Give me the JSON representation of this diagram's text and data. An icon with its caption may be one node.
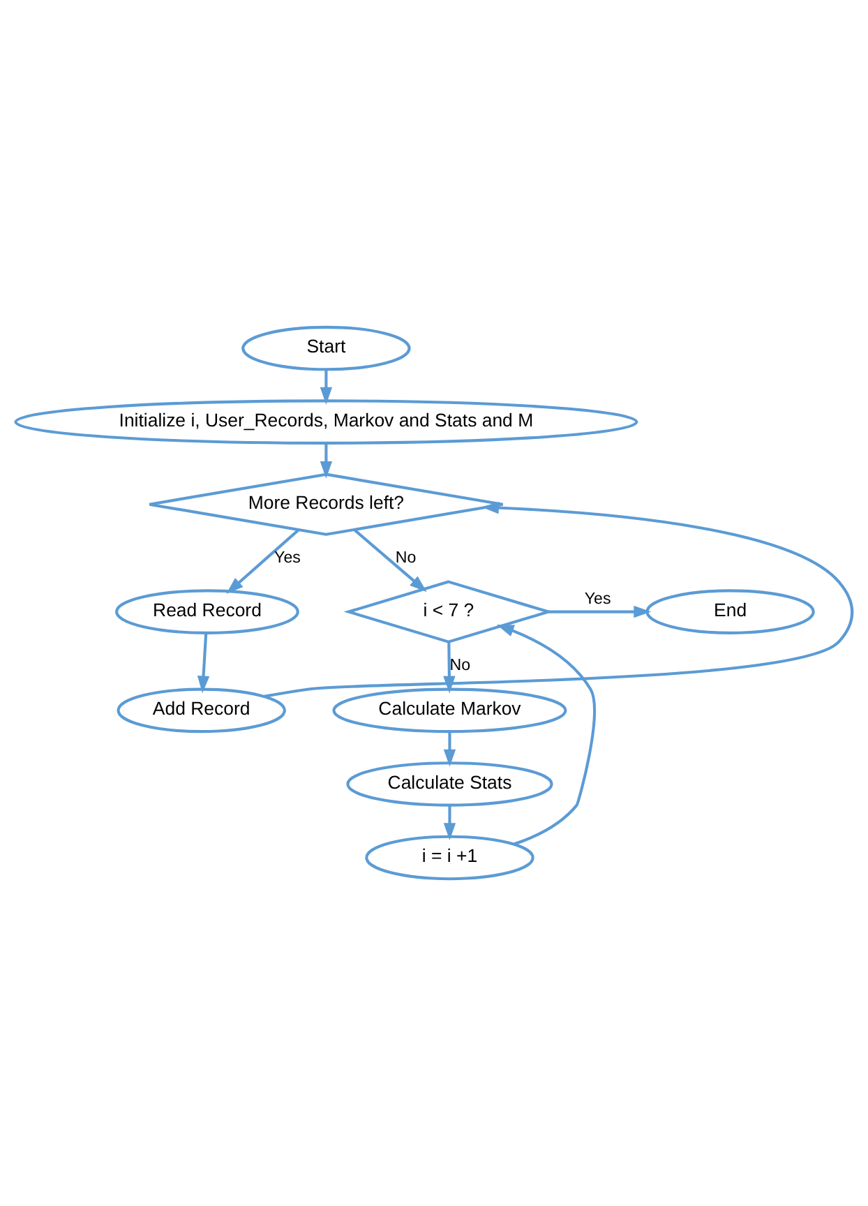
{
  "diagram": {
    "nodes": [
      {
        "text": [
          "Start"
        ]
      },
      {
        "text": [
          "Initialize i, User_Records, Markov and Stats and M"
        ]
      },
      {
        "text": [
          "More Records left?"
        ]
      },
      {
        "text": [
          "Read Record"
        ]
      },
      {
        "text": [
          "Add Record"
        ]
      },
      {
        "text": [
          "i < 7 ?"
        ]
      },
      {
        "text": [
          "End"
        ]
      },
      {
        "text": [
          "Calculate Markov"
        ]
      },
      {
        "text": [
          "Calculate Stats"
        ]
      },
      {
        "text": [
          "i = i +1"
        ]
      }
    ],
    "edges": [
      {
        "from": 0,
        "to": 1,
        "arrow": "to"
      },
      {
        "from": 1,
        "to": 2,
        "arrow": "to"
      },
      {
        "from": 2,
        "to": 3,
        "arrow": "to",
        "label": "Yes"
      },
      {
        "from": 3,
        "to": 4,
        "arrow": "to"
      },
      {
        "from": 4,
        "to": 2,
        "arrow": "to"
      },
      {
        "from": 2,
        "to": 5,
        "arrow": "to",
        "label": "No"
      },
      {
        "from": 5,
        "to": 6,
        "arrow": "to",
        "label": "Yes"
      },
      {
        "from": 5,
        "to": 7,
        "arrow": "to",
        "label": "No"
      },
      {
        "from": 7,
        "to": 8,
        "arrow": "to"
      },
      {
        "from": 8,
        "to": 9,
        "arrow": "to"
      },
      {
        "from": 9,
        "to": 5,
        "arrow": "to"
      }
    ]
  }
}
